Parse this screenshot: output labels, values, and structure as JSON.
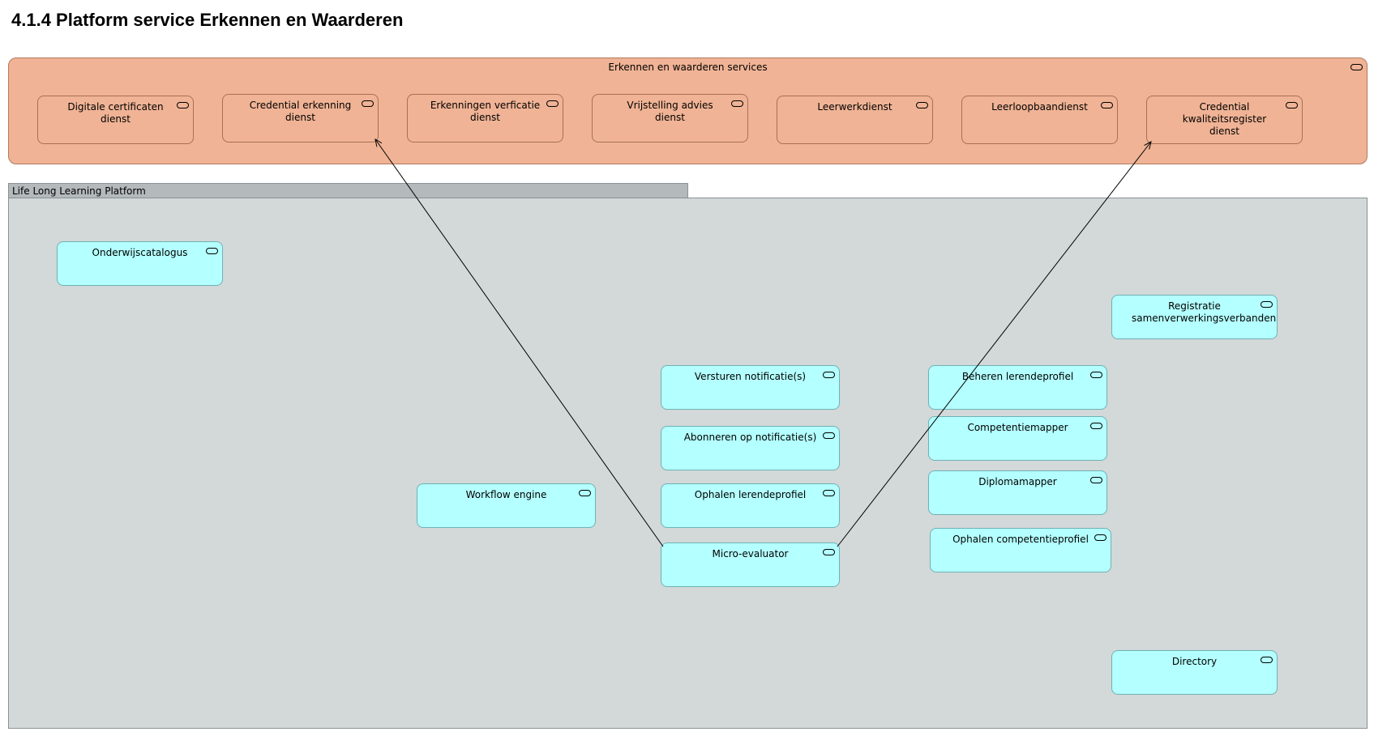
{
  "title": "4.1.4 Platform service Erkennen en Waarderen",
  "services_group": {
    "label": "Erkennen en waarderen services",
    "items": [
      "Digitale certificaten dienst",
      "Credential erkenning dienst",
      "Erkenningen verficatie dienst",
      "Vrijstelling advies dienst",
      "Leerwerkdienst",
      "Leerloopbaandienst",
      "Credential kwaliteitsregister dienst"
    ]
  },
  "platform": {
    "label": "Life Long Learning Platform",
    "components": [
      "Onderwijscatalogus",
      "Registratie samenverwerkingsverbanden",
      "Versturen notificatie(s)",
      "Beheren lerendeprofiel",
      "Abonneren op notificatie(s)",
      "Competentiemapper",
      "Workflow engine",
      "Ophalen lerendeprofiel",
      "Diplomamapper",
      "Micro-evaluator",
      "Ophalen competentieprofiel",
      "Directory"
    ]
  },
  "colors": {
    "service": "#f0b395",
    "component": "#b4ffff",
    "platform": "#d3d8d8"
  }
}
